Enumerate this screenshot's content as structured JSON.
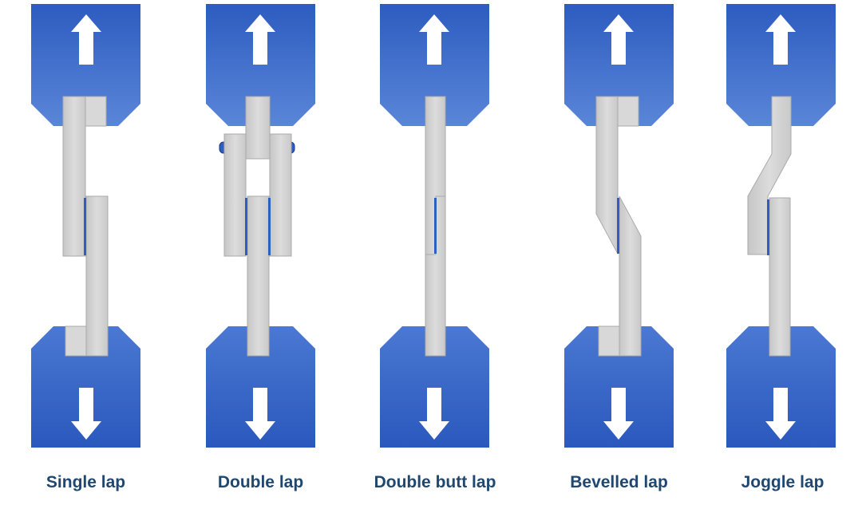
{
  "colors": {
    "grip_top": "#3c68c7",
    "grip_bottom": "#2f5dc2",
    "adherend_fill": "#d4d4d4",
    "adherend_edge": "#ababab",
    "adhesive": "#2f5dc2",
    "arrow": "#ffffff",
    "caption_text": "#1f4770"
  },
  "figure": {
    "items": [
      {
        "key": "single",
        "caption": "Single lap",
        "arrow_up_icon": "arrow-up-icon",
        "arrow_down_icon": "arrow-down-icon"
      },
      {
        "key": "double",
        "caption": "Double lap",
        "arrow_up_icon": "arrow-up-icon",
        "arrow_down_icon": "arrow-down-icon"
      },
      {
        "key": "double-butt",
        "caption": "Double butt lap",
        "arrow_up_icon": "arrow-up-icon",
        "arrow_down_icon": "arrow-down-icon"
      },
      {
        "key": "bevelled",
        "caption": "Bevelled lap",
        "arrow_up_icon": "arrow-up-icon",
        "arrow_down_icon": "arrow-down-icon"
      },
      {
        "key": "joggle",
        "caption": "Joggle lap",
        "arrow_up_icon": "arrow-up-icon",
        "arrow_down_icon": "arrow-down-icon"
      }
    ]
  }
}
